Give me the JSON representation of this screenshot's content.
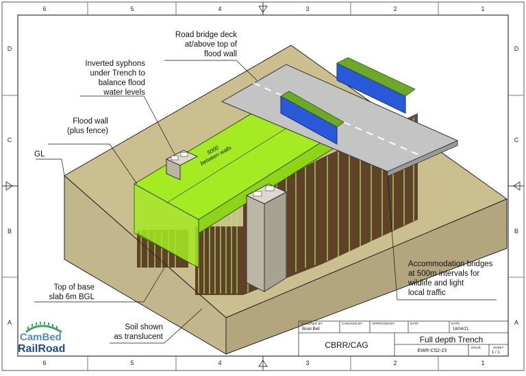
{
  "grid": {
    "top_numbers": [
      "6",
      "5",
      "4",
      "3",
      "2",
      "1"
    ],
    "bottom_numbers": [
      "6",
      "5",
      "4",
      "3",
      "2",
      "1"
    ],
    "left_letters": [
      "D",
      "C",
      "B",
      "A"
    ],
    "right_letters": [
      "D",
      "C",
      "B",
      "A"
    ]
  },
  "callouts": {
    "road_bridge_deck": [
      "Road bridge deck",
      "at/above top of",
      "flood wall"
    ],
    "inverted_syphons": [
      "Inverted syphons",
      "under Trench to",
      "balance flood",
      "water levels"
    ],
    "flood_wall": [
      "Flood wall",
      "(plus fence)"
    ],
    "gl": "GL",
    "top_of_base": [
      "Top of base",
      "slab 6m BGL"
    ],
    "soil": [
      "Soil shown",
      "as translucent"
    ],
    "accommodation_bridges": [
      "Accommodation bridges",
      "at 500m intervals for",
      "wildlife and light",
      "local traffic"
    ],
    "dimension": [
      "5000",
      "between walls"
    ]
  },
  "title_block": {
    "designed_by_label": "DESIGNED BY",
    "designed_by": "Brian Bell",
    "checked_by_label": "CHECKED BY",
    "approved_by_label": "APPROVED BY",
    "date_label": "DATE",
    "date_label_2": "DATE",
    "date": "18/04/21",
    "org": "CBRR/CAG",
    "title": "Full depth Trench",
    "drawing_no": "EWR-CS2-23",
    "issue_label": "ISSUE",
    "sheet_label": "SHEET",
    "sheet": "1 / 1"
  },
  "logo": {
    "line1": "CamBed",
    "line2": "RailRoad",
    "arc_color": "#3aa860",
    "text_color_1": "#4a8fc0",
    "text_color_2": "#1d4f86"
  },
  "colors": {
    "soil_top": "#cbbf8f",
    "soil_front": "#c2b68c",
    "soil_side": "#b3a57d",
    "trench_green": "#a6ea24",
    "bridge_blue": "#2958d8",
    "road_grey": "#c4c4c4",
    "pile_brown": "#4d2c17"
  }
}
